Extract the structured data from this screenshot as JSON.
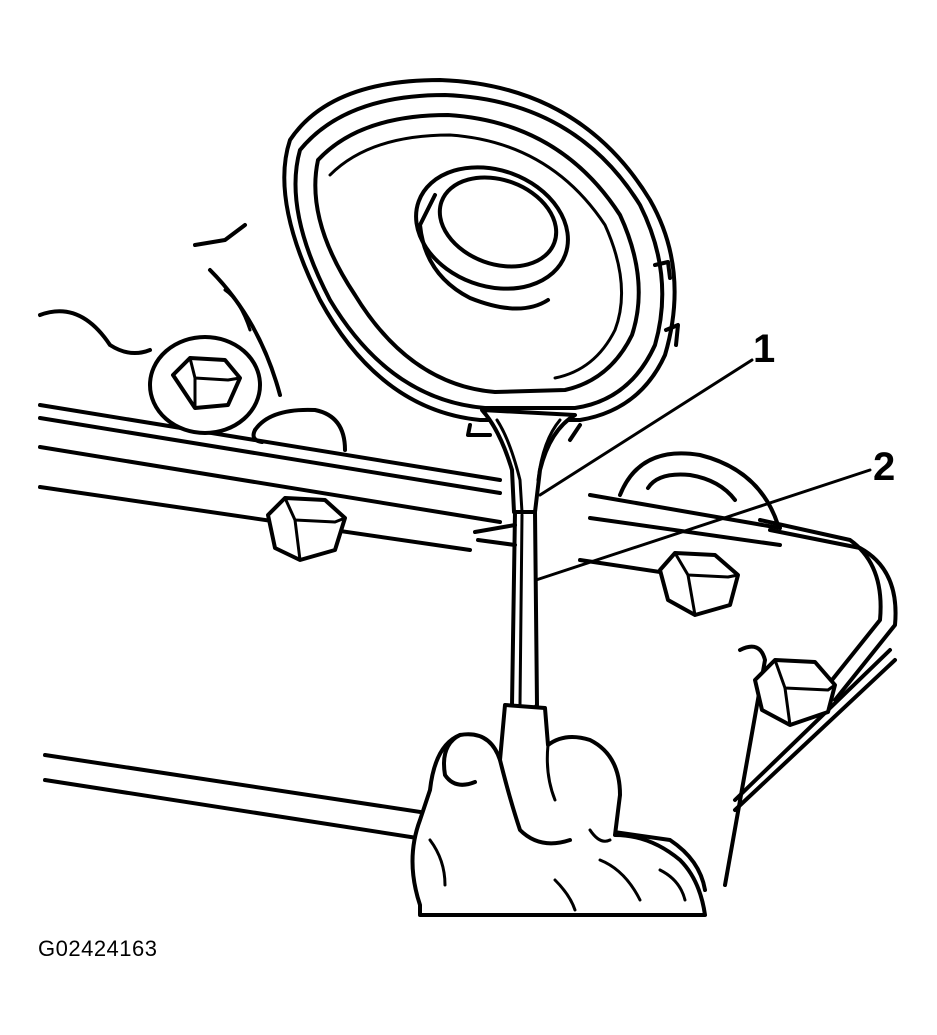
{
  "callouts": [
    {
      "id": "1",
      "label": "1"
    },
    {
      "id": "2",
      "label": "2"
    }
  ],
  "figure_id": "G02424163"
}
